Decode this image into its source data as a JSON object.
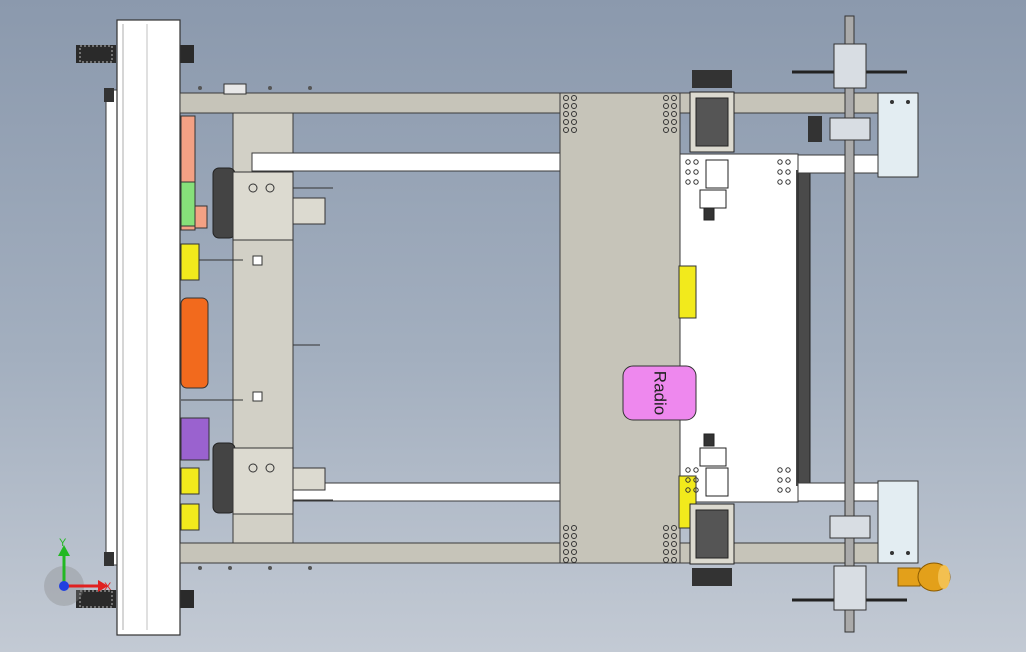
{
  "viewport": {
    "background_top": "#8b99ad",
    "background_bottom": "#c3cad4"
  },
  "labels": {
    "radio": "Radio"
  },
  "triad": {
    "x_label": "X",
    "y_label": "Y"
  },
  "colors": {
    "frame": "#c6c4b9",
    "frame_edge": "#3a3a3a",
    "panel": "#ffffff",
    "radio": "#ee88ee",
    "yellow": "#f2ea1c",
    "orange": "#f26a1d",
    "green": "#86e07a",
    "salmon": "#f3a184",
    "purple": "#9a62cf",
    "light_blue": "#e3edf2",
    "gold": "#e3a01a",
    "dark": "#333333"
  }
}
